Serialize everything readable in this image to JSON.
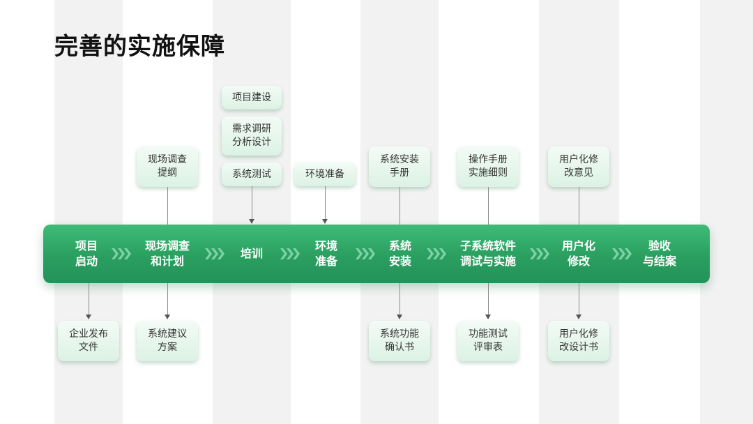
{
  "title": "完善的实施保障",
  "stages": [
    {
      "label": "项目\n启动"
    },
    {
      "label": "现场调查\n和计划"
    },
    {
      "label": "培训"
    },
    {
      "label": "环境\n准备"
    },
    {
      "label": "系统\n安装"
    },
    {
      "label": "子系统软件\n调试与实施"
    },
    {
      "label": "用户化\n修改"
    },
    {
      "label": "验收\n与结案"
    }
  ],
  "top_boxes": [
    {
      "label": "项目建设"
    },
    {
      "label": "需求调研\n分析设计"
    },
    {
      "label": "系统测试"
    },
    {
      "label": "现场调查\n提纲"
    },
    {
      "label": "环境准备"
    },
    {
      "label": "系统安装\n手册"
    },
    {
      "label": "操作手册\n实施细则"
    },
    {
      "label": "用户化修\n改意见"
    }
  ],
  "bottom_boxes": [
    {
      "label": "企业发布\n文件"
    },
    {
      "label": "系统建议\n方案"
    },
    {
      "label": "系统功能\n确认书"
    },
    {
      "label": "功能测试\n评审表"
    },
    {
      "label": "用户化修\n改设计书"
    }
  ],
  "colors": {
    "bar": "#2a9f5f",
    "box": "#e6f6ec",
    "stripe": "#f2f2f2",
    "chevron": "#7fd3a6"
  }
}
